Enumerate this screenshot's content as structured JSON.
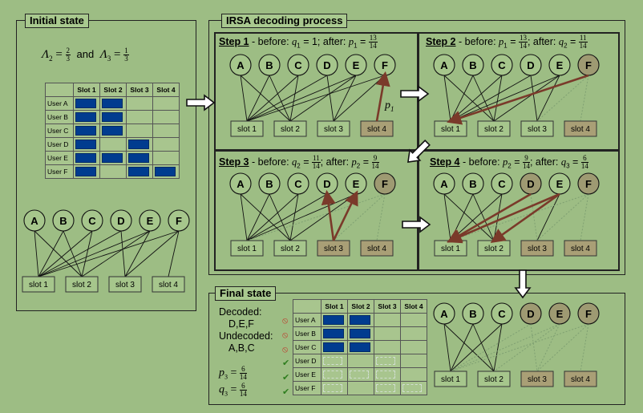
{
  "initial": {
    "title": "Initial state",
    "lambda2_label": "Λ",
    "lambda2_sub": "2",
    "lambda2_num": "2",
    "lambda2_den": "3",
    "and": "and",
    "lambda3_label": "Λ",
    "lambda3_sub": "3",
    "lambda3_num": "1",
    "lambda3_den": "3"
  },
  "table": {
    "headers": [
      "",
      "Slot 1",
      "Slot 2",
      "Slot 3",
      "Slot 4"
    ],
    "users": [
      "User A",
      "User B",
      "User C",
      "User D",
      "User E",
      "User F"
    ]
  },
  "users": [
    "A",
    "B",
    "C",
    "D",
    "E",
    "F"
  ],
  "slots": [
    "slot 1",
    "slot 2",
    "slot 3",
    "slot 4"
  ],
  "decoding": {
    "title": "IRSA decoding process",
    "step1": {
      "label": "Step 1",
      "pre": " - before: ",
      "q": "q",
      "qsub": "1",
      "eq": " = 1; after: ",
      "p": "p",
      "psub": "1",
      "eq2": " = ",
      "num": "13",
      "den": "14"
    },
    "step2": {
      "label": "Step 2",
      "pre": " - before: ",
      "p": "p",
      "psub": "1",
      "eq": " = ",
      "num1": "13",
      "den1": "14",
      "mid": "; after: ",
      "q": "q",
      "qsub": "2",
      "eq2": " = ",
      "num2": "11",
      "den2": "14"
    },
    "step3": {
      "label": "Step 3",
      "pre": " - before: ",
      "q": "q",
      "qsub": "2",
      "eq": " = ",
      "num1": "11",
      "den1": "14",
      "mid": "; after: ",
      "p": "p",
      "psub": "2",
      "eq2": " = ",
      "num2": "9",
      "den2": "14"
    },
    "step4": {
      "label": "Step 4",
      "pre": " - before: ",
      "p": "p",
      "psub": "2",
      "eq": " = ",
      "num1": "9",
      "den1": "14",
      "mid": "; after: ",
      "q": "q",
      "qsub": "3",
      "eq2": " = ",
      "num2": "6",
      "den2": "14"
    },
    "p1_label": "p",
    "p1_sub": "1"
  },
  "final": {
    "title": "Final state",
    "decoded_label": "Decoded:",
    "decoded_list": "D,E,F",
    "undecoded_label": "Undecoded:",
    "undecoded_list": "A,B,C",
    "p3": "p",
    "p3_sub": "3",
    "p3_num": "6",
    "p3_den": "14",
    "q3": "q",
    "q3_sub": "3",
    "q3_num": "6",
    "q3_den": "14",
    "eq": " = "
  },
  "colors": {
    "background": "#9dbd84",
    "decoded_fill": "#9e9a72",
    "resolved_slot": "#a99f76",
    "arrow": "#7a3a2a",
    "block": "#003c8f",
    "blocked_icon": "#c0392b",
    "check_icon": "#2e7d1e"
  }
}
